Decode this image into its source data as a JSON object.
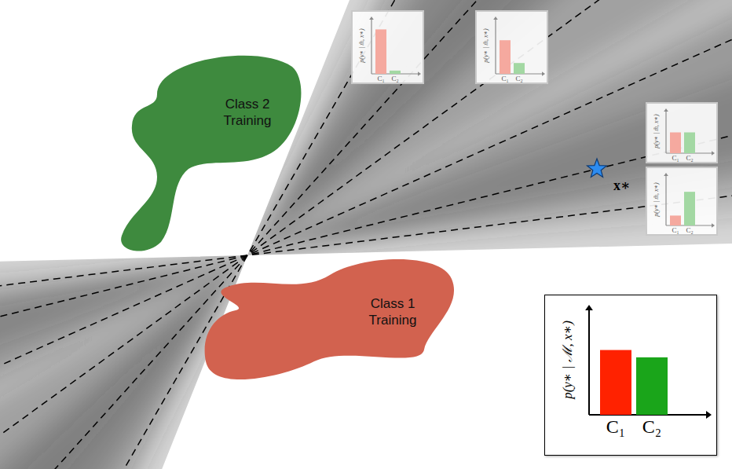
{
  "diagram": {
    "nodes": [
      {
        "text": [
          "p(y∗ | m̃, x∗)",
          "C₁",
          "C₂"
        ]
      },
      {
        "text": [
          "p(y∗ | m̃, x∗)",
          "C₁",
          "C₂"
        ]
      },
      {
        "text": [
          "Class 2 Training"
        ]
      },
      {
        "text": [
          "p(y∗ | m̃, x∗)",
          "C₁",
          "C₂"
        ]
      },
      {
        "text": [
          "p(y∗ | m̃, x∗)",
          "C₁",
          "C₂"
        ]
      },
      {
        "text": [
          "Class 1 Training"
        ]
      },
      {
        "text": [
          "p(y∗ | ℳ, x∗)",
          "C₁",
          "C₂"
        ]
      }
    ],
    "labels": [
      "x∗"
    ]
  }
}
